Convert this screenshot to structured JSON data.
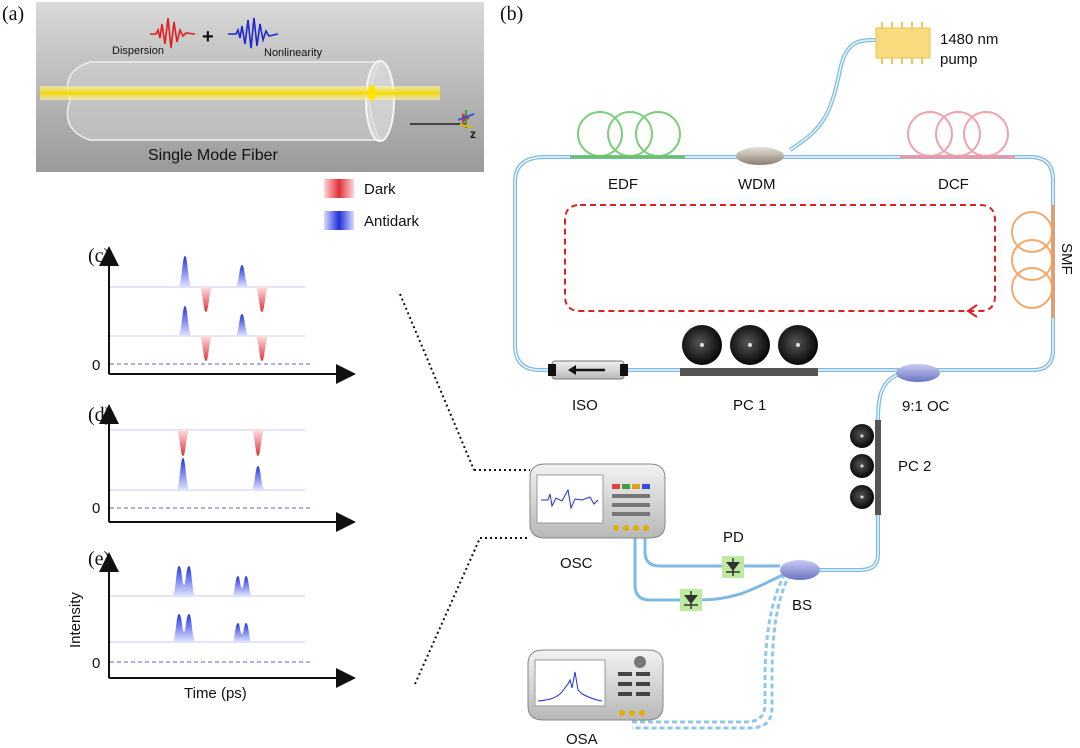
{
  "panels": {
    "a": "(a)",
    "b": "(b)",
    "c": "(c)",
    "d": "(d)",
    "e": "(e)"
  },
  "panel_a": {
    "dispersion": "Dispersion",
    "plus": "+",
    "nonlinearity": "Nonlinearity",
    "fiber": "Single Mode Fiber",
    "z_axis": "z"
  },
  "legend": {
    "dark": "Dark",
    "antidark": "Antidark",
    "dark_color": "#e0303a",
    "antidark_color": "#2030d8"
  },
  "plots": {
    "zero_label": "0",
    "y_label": "Intensity",
    "x_label": "Time (ps)"
  },
  "setup": {
    "pump_line1": "1480 nm",
    "pump_line2": "pump",
    "edf": "EDF",
    "wdm": "WDM",
    "dcf": "DCF",
    "smf": "SMF",
    "iso": "ISO",
    "pc1": "PC 1",
    "oc": "9:1 OC",
    "pc2": "PC 2",
    "pd": "PD",
    "bs": "BS",
    "osc": "OSC",
    "osa": "OSA",
    "fiber_color": "#9fd0ec",
    "loop_color": "#e02020"
  }
}
